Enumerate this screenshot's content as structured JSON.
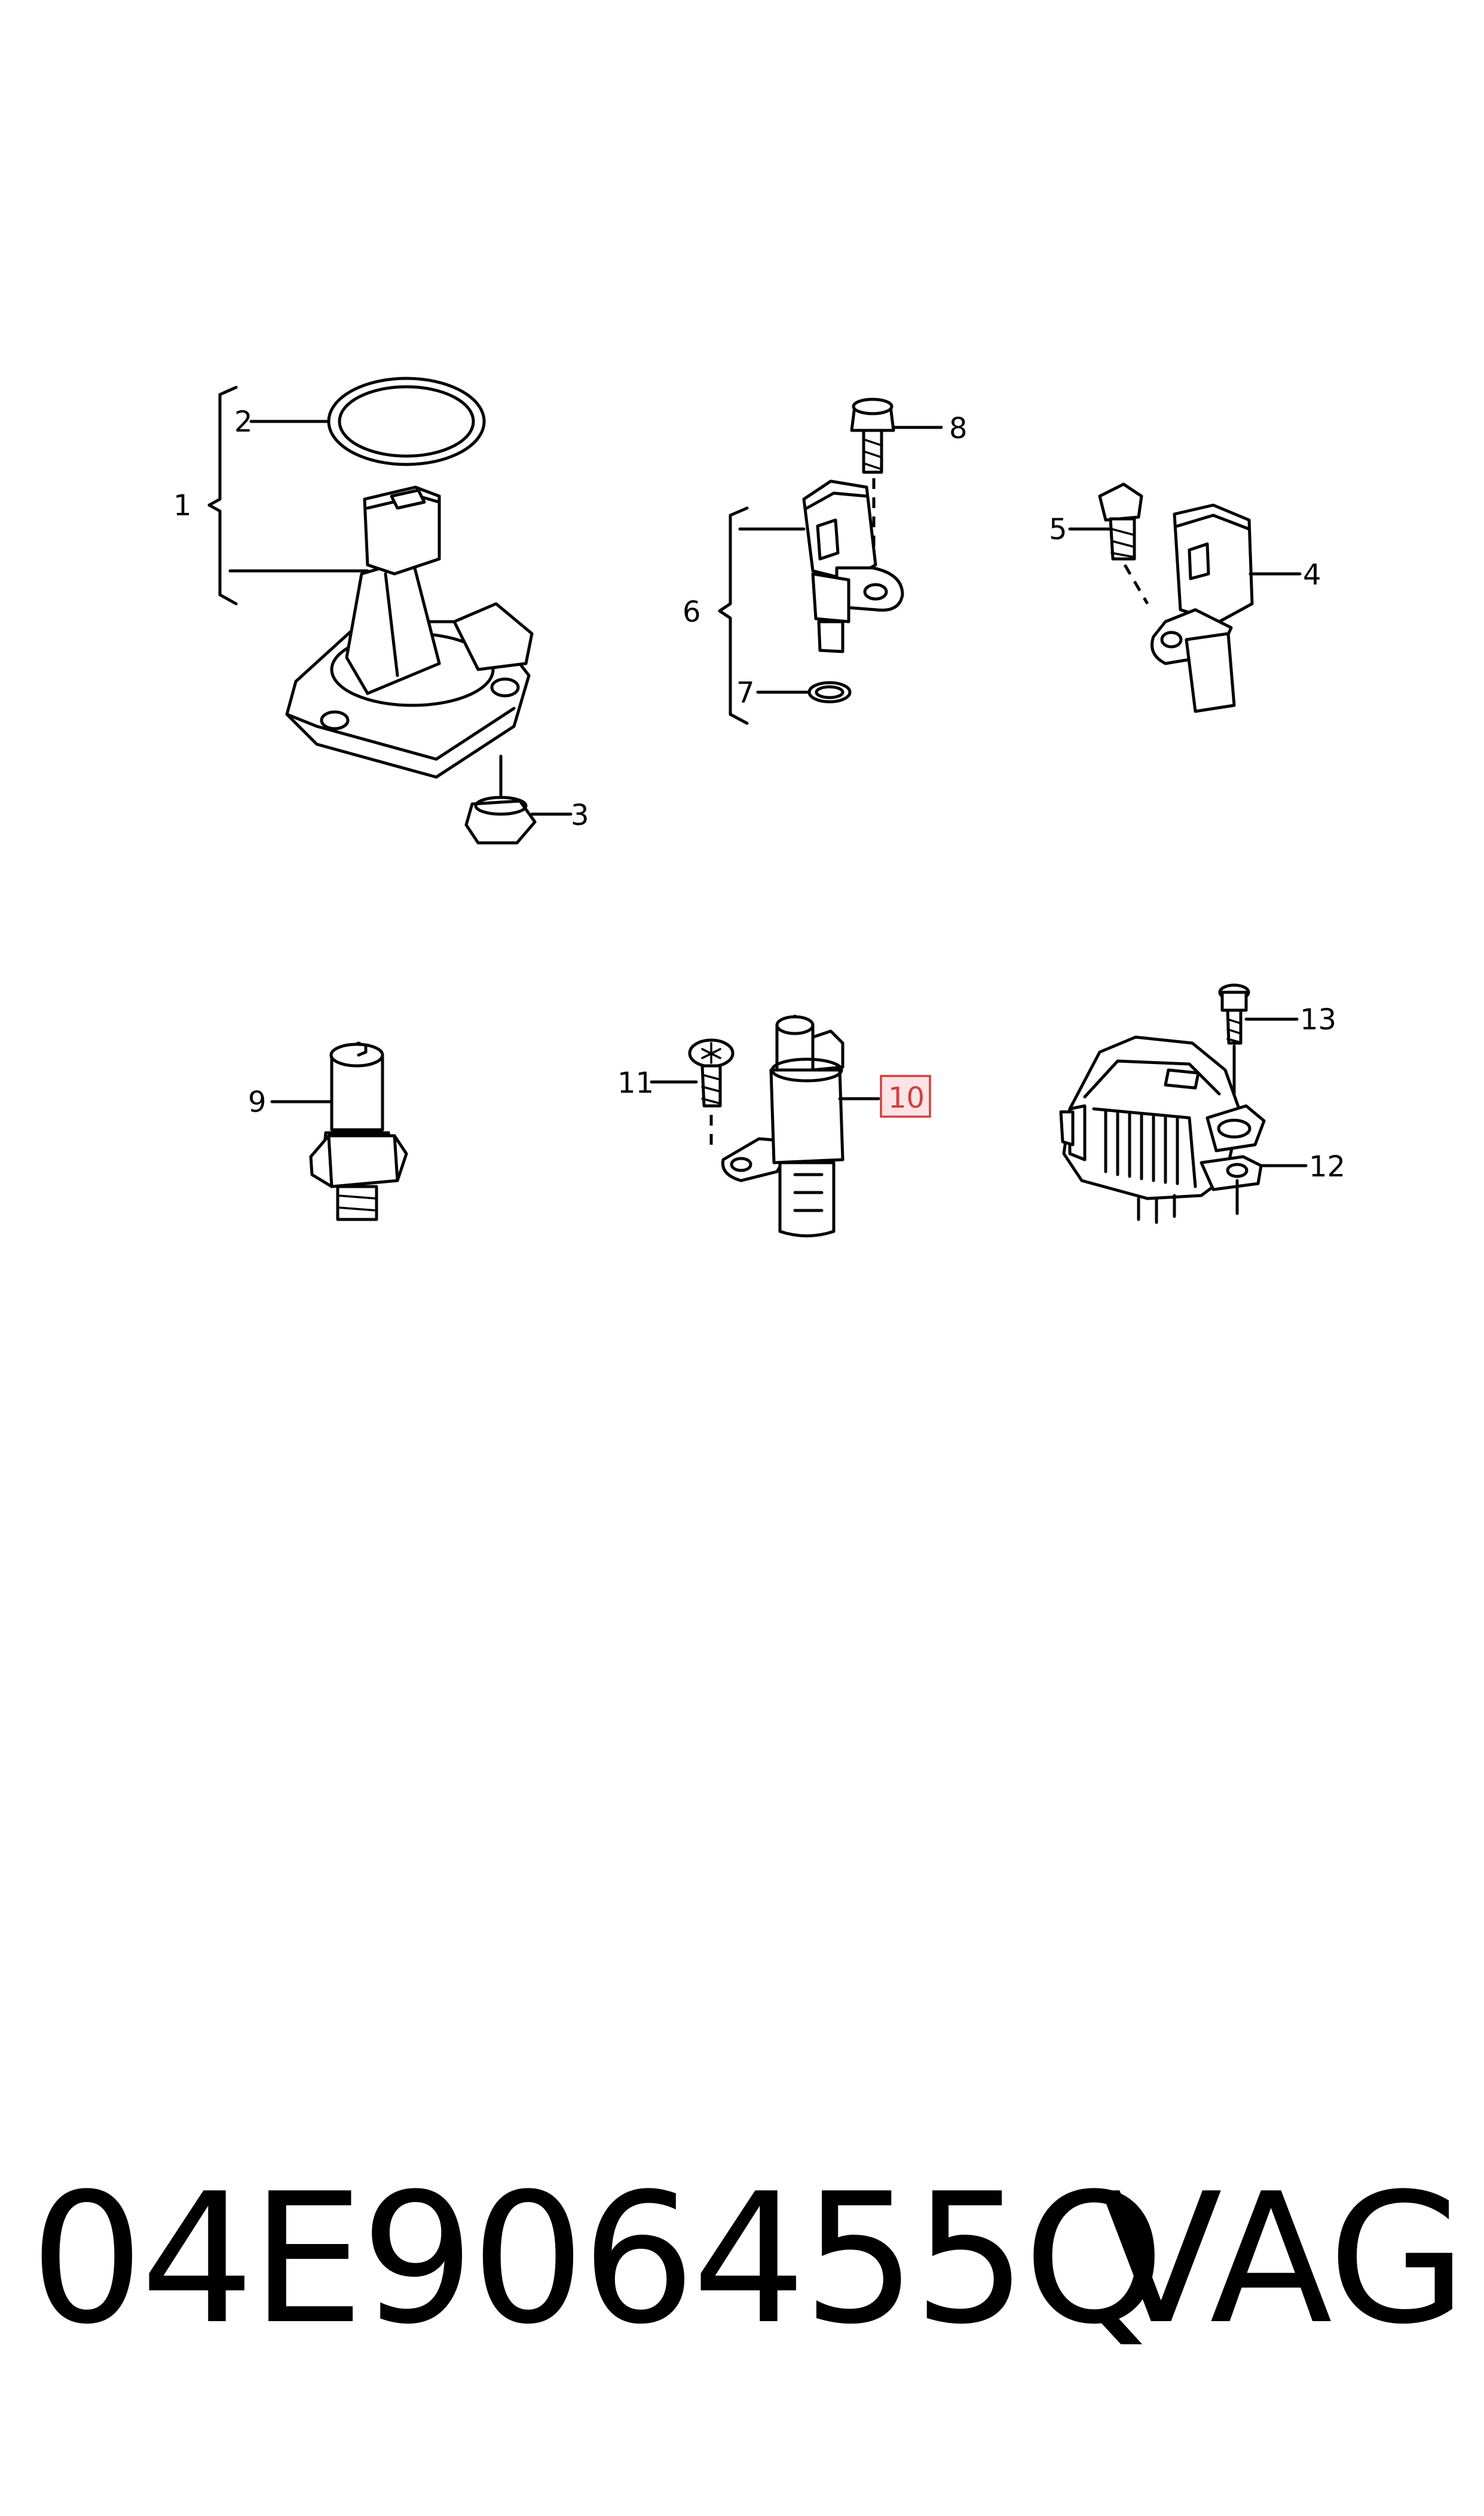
{
  "diagram": {
    "callouts": [
      {
        "id": "1",
        "label": "1"
      },
      {
        "id": "2",
        "label": "2"
      },
      {
        "id": "3",
        "label": "3"
      },
      {
        "id": "4",
        "label": "4"
      },
      {
        "id": "5",
        "label": "5"
      },
      {
        "id": "6",
        "label": "6"
      },
      {
        "id": "7",
        "label": "7"
      },
      {
        "id": "8",
        "label": "8"
      },
      {
        "id": "9",
        "label": "9"
      },
      {
        "id": "10",
        "label": "10",
        "highlighted": true
      },
      {
        "id": "11",
        "label": "11"
      },
      {
        "id": "12",
        "label": "12"
      },
      {
        "id": "13",
        "label": "13"
      }
    ],
    "highlight_color": "#d04040",
    "highlight_fill": "#fbe3e6"
  },
  "caption": {
    "part_number": "04E906455Q",
    "brand": "VAG"
  }
}
